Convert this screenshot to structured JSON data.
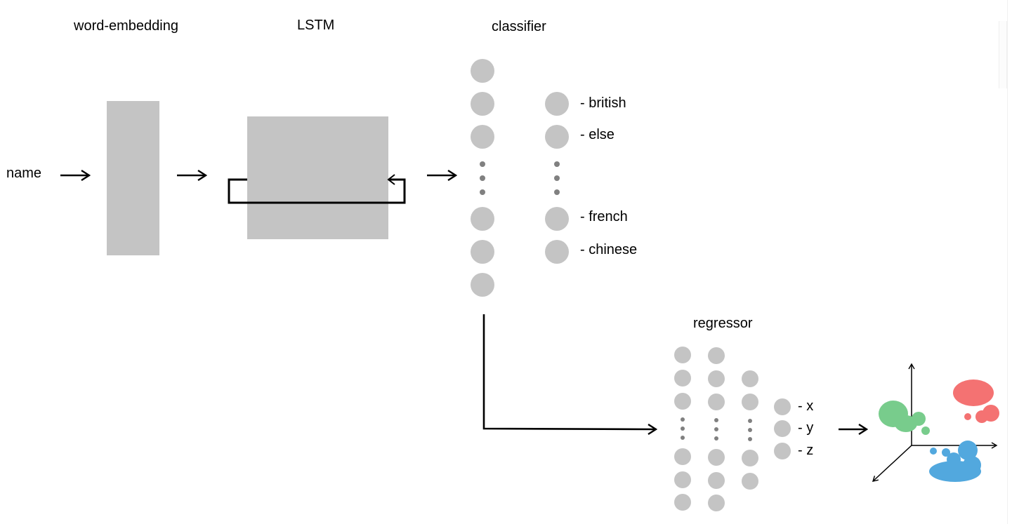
{
  "labels": {
    "input": "name",
    "embedding": "word-embedding",
    "lstm": "LSTM",
    "classifier": "classifier",
    "regressor": "regressor"
  },
  "classifier_outputs": [
    "- british",
    "- else",
    "- french",
    "- chinese"
  ],
  "regressor_outputs": [
    "- x",
    "- y",
    "- z"
  ],
  "colors": {
    "block": "#c4c4c4",
    "node": "#c4c4c4",
    "dot": "#808080",
    "arrow": "#000000",
    "cluster_green": "#78cc8c",
    "cluster_red": "#f47272",
    "cluster_blue": "#52a8de"
  },
  "icons": {
    "arrow": "right-arrow-icon",
    "recurrence": "loop-arrow-icon",
    "ellipsis": "vertical-ellipsis-icon",
    "plot": "3d-axes-icon"
  }
}
